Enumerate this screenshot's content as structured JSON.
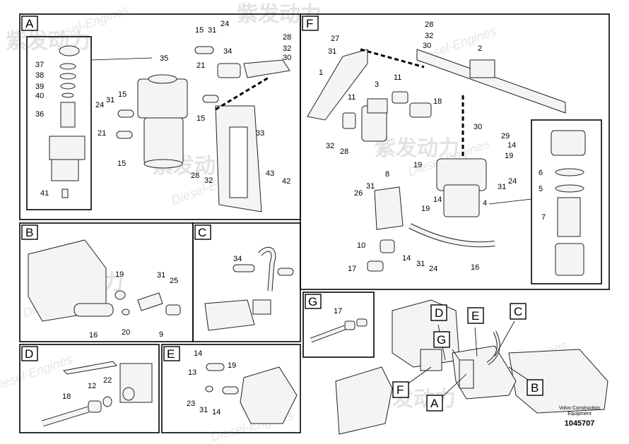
{
  "watermark": {
    "brand_cn": "紫发动力",
    "brand_en": "Diesel-Engines"
  },
  "footer": {
    "company": "Volvo Construction",
    "subtitle": "Equipment",
    "part_number": "1045707"
  },
  "panels": [
    {
      "id": "A",
      "label": "A"
    },
    {
      "id": "B",
      "label": "B"
    },
    {
      "id": "C",
      "label": "C"
    },
    {
      "id": "D",
      "label": "D"
    },
    {
      "id": "E",
      "label": "E"
    },
    {
      "id": "F",
      "label": "F"
    },
    {
      "id": "G",
      "label": "G"
    }
  ],
  "overview_labels": [
    "D",
    "E",
    "C",
    "G",
    "F",
    "A",
    "B"
  ],
  "callouts": {
    "A": [
      "15",
      "31",
      "24",
      "28",
      "32",
      "30",
      "35",
      "34",
      "37",
      "38",
      "39",
      "40",
      "21",
      "36",
      "24",
      "31",
      "15",
      "21",
      "15",
      "15",
      "33",
      "43",
      "42",
      "28",
      "32",
      "41"
    ],
    "B": [
      "19",
      "31",
      "25",
      "16",
      "20",
      "9"
    ],
    "C": [
      "34"
    ],
    "D": [
      "18",
      "12",
      "22"
    ],
    "E": [
      "14",
      "13",
      "19",
      "31",
      "23",
      "14"
    ],
    "F": [
      "28",
      "32",
      "30",
      "27",
      "31",
      "2",
      "1",
      "3",
      "11",
      "11",
      "18",
      "30",
      "29",
      "32",
      "28",
      "14",
      "19",
      "31",
      "24",
      "19",
      "8",
      "26",
      "31",
      "14",
      "19",
      "4",
      "10",
      "14",
      "31",
      "24",
      "17",
      "16",
      "6",
      "5",
      "7"
    ],
    "G": [
      "17"
    ]
  }
}
